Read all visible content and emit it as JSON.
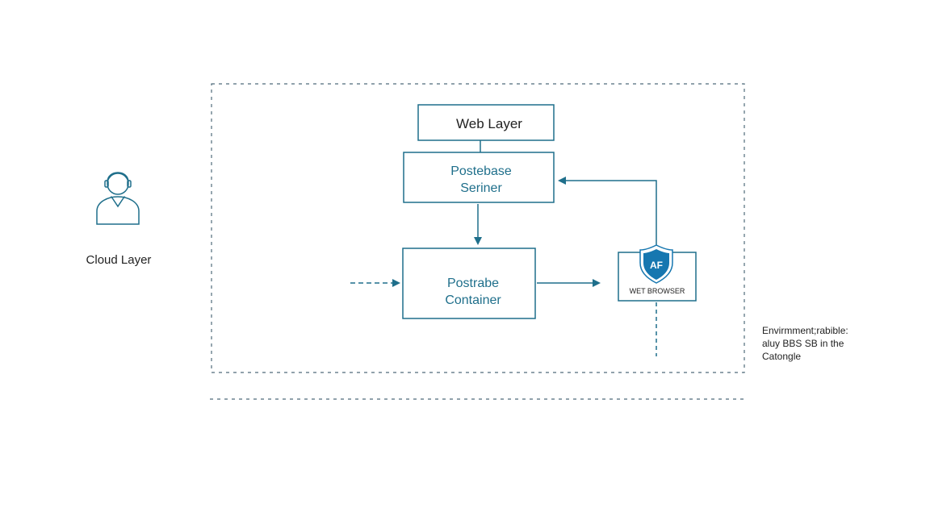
{
  "nodes": {
    "cloud_layer": {
      "label": "Cloud Layer"
    },
    "web_layer": {
      "label": "Web Layer"
    },
    "postebase_server": {
      "line1": "Postebase",
      "line2": "Seriner"
    },
    "postrabe_container": {
      "line1": "Postrabe",
      "line2": "Container"
    },
    "web_browser": {
      "label": "WET BROWSER",
      "badge": "AF"
    }
  },
  "note": {
    "lines": [
      "Envirmment;rabible:",
      "aluy BBS SB in the",
      "Catongle"
    ]
  },
  "colors": {
    "stroke": "#1f6f8b",
    "text_dark": "#222222",
    "text_blue": "#1f6f8b",
    "dashed": "#4f6b7a",
    "shield": "#1677b0"
  },
  "icons": {
    "user": "person-headset-icon",
    "shield": "shield-icon"
  }
}
